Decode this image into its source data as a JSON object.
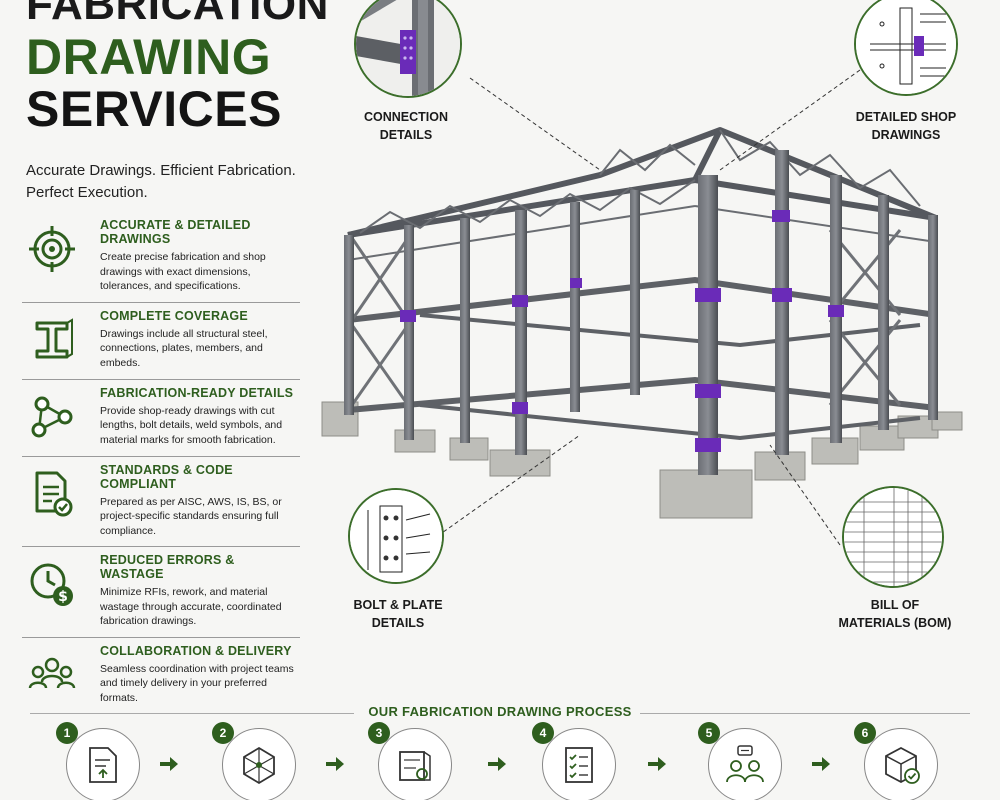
{
  "header": {
    "line1": "FABRICATION",
    "line2": "DRAWING",
    "line3": "SERVICES",
    "tagline": "Accurate Drawings. Efficient Fabrication. Perfect Execution."
  },
  "features": [
    {
      "title": "ACCURATE & DETAILED DRAWINGS",
      "desc": "Create precise fabrication and shop drawings with exact dimensions, tolerances, and specifications.",
      "icon": "target-icon"
    },
    {
      "title": "COMPLETE COVERAGE",
      "desc": "Drawings include all structural steel, connections, plates, members, and embeds.",
      "icon": "i-beam-icon"
    },
    {
      "title": "FABRICATION-READY DETAILS",
      "desc": "Provide shop-ready drawings with cut lengths, bolt details, weld symbols, and material marks for smooth fabrication.",
      "icon": "network-icon"
    },
    {
      "title": "STANDARDS & CODE COMPLIANT",
      "desc": "Prepared as per AISC, AWS, IS, BS, or project-specific standards ensuring full compliance.",
      "icon": "document-check-icon"
    },
    {
      "title": "REDUCED ERRORS & WASTAGE",
      "desc": "Minimize RFIs, rework, and material wastage through accurate, coordinated fabrication drawings.",
      "icon": "clock-dollar-icon"
    },
    {
      "title": "COLLABORATION & DELIVERY",
      "desc": "Seamless coordination with project teams and timely delivery in your preferred formats.",
      "icon": "team-icon"
    }
  ],
  "callouts": {
    "connection": "CONNECTION DETAILS",
    "shop": "DETAILED SHOP DRAWINGS",
    "bolt": "BOLT & PLATE DETAILS",
    "bom": "BILL OF MATERIALS (BOM)"
  },
  "process": {
    "title": "OUR FABRICATION DRAWING PROCESS",
    "steps": [
      "1",
      "2",
      "3",
      "4",
      "5",
      "6"
    ]
  },
  "colors": {
    "accent_green": "#2e5e1e",
    "steel": "#55585e",
    "connection_purple": "#6a2bb8"
  }
}
